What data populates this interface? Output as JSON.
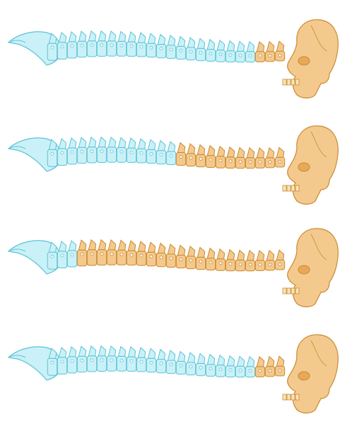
{
  "colors": {
    "blue_fill": "#c9f1f7",
    "blue_stroke": "#5ec3d6",
    "orange_fill": "#f4c98e",
    "orange_stroke": "#c98a2f",
    "background": "#ffffff"
  },
  "panels": [
    {
      "highlight": "cervical",
      "highlight_fraction": 0.14
    },
    {
      "highlight": "cervical-thoracic",
      "highlight_fraction": 0.45
    },
    {
      "highlight": "full-spine",
      "highlight_fraction": 0.86
    },
    {
      "highlight": "cervical",
      "highlight_fraction": 0.14
    }
  ],
  "icons": [
    "skull-icon",
    "spine-icon"
  ]
}
